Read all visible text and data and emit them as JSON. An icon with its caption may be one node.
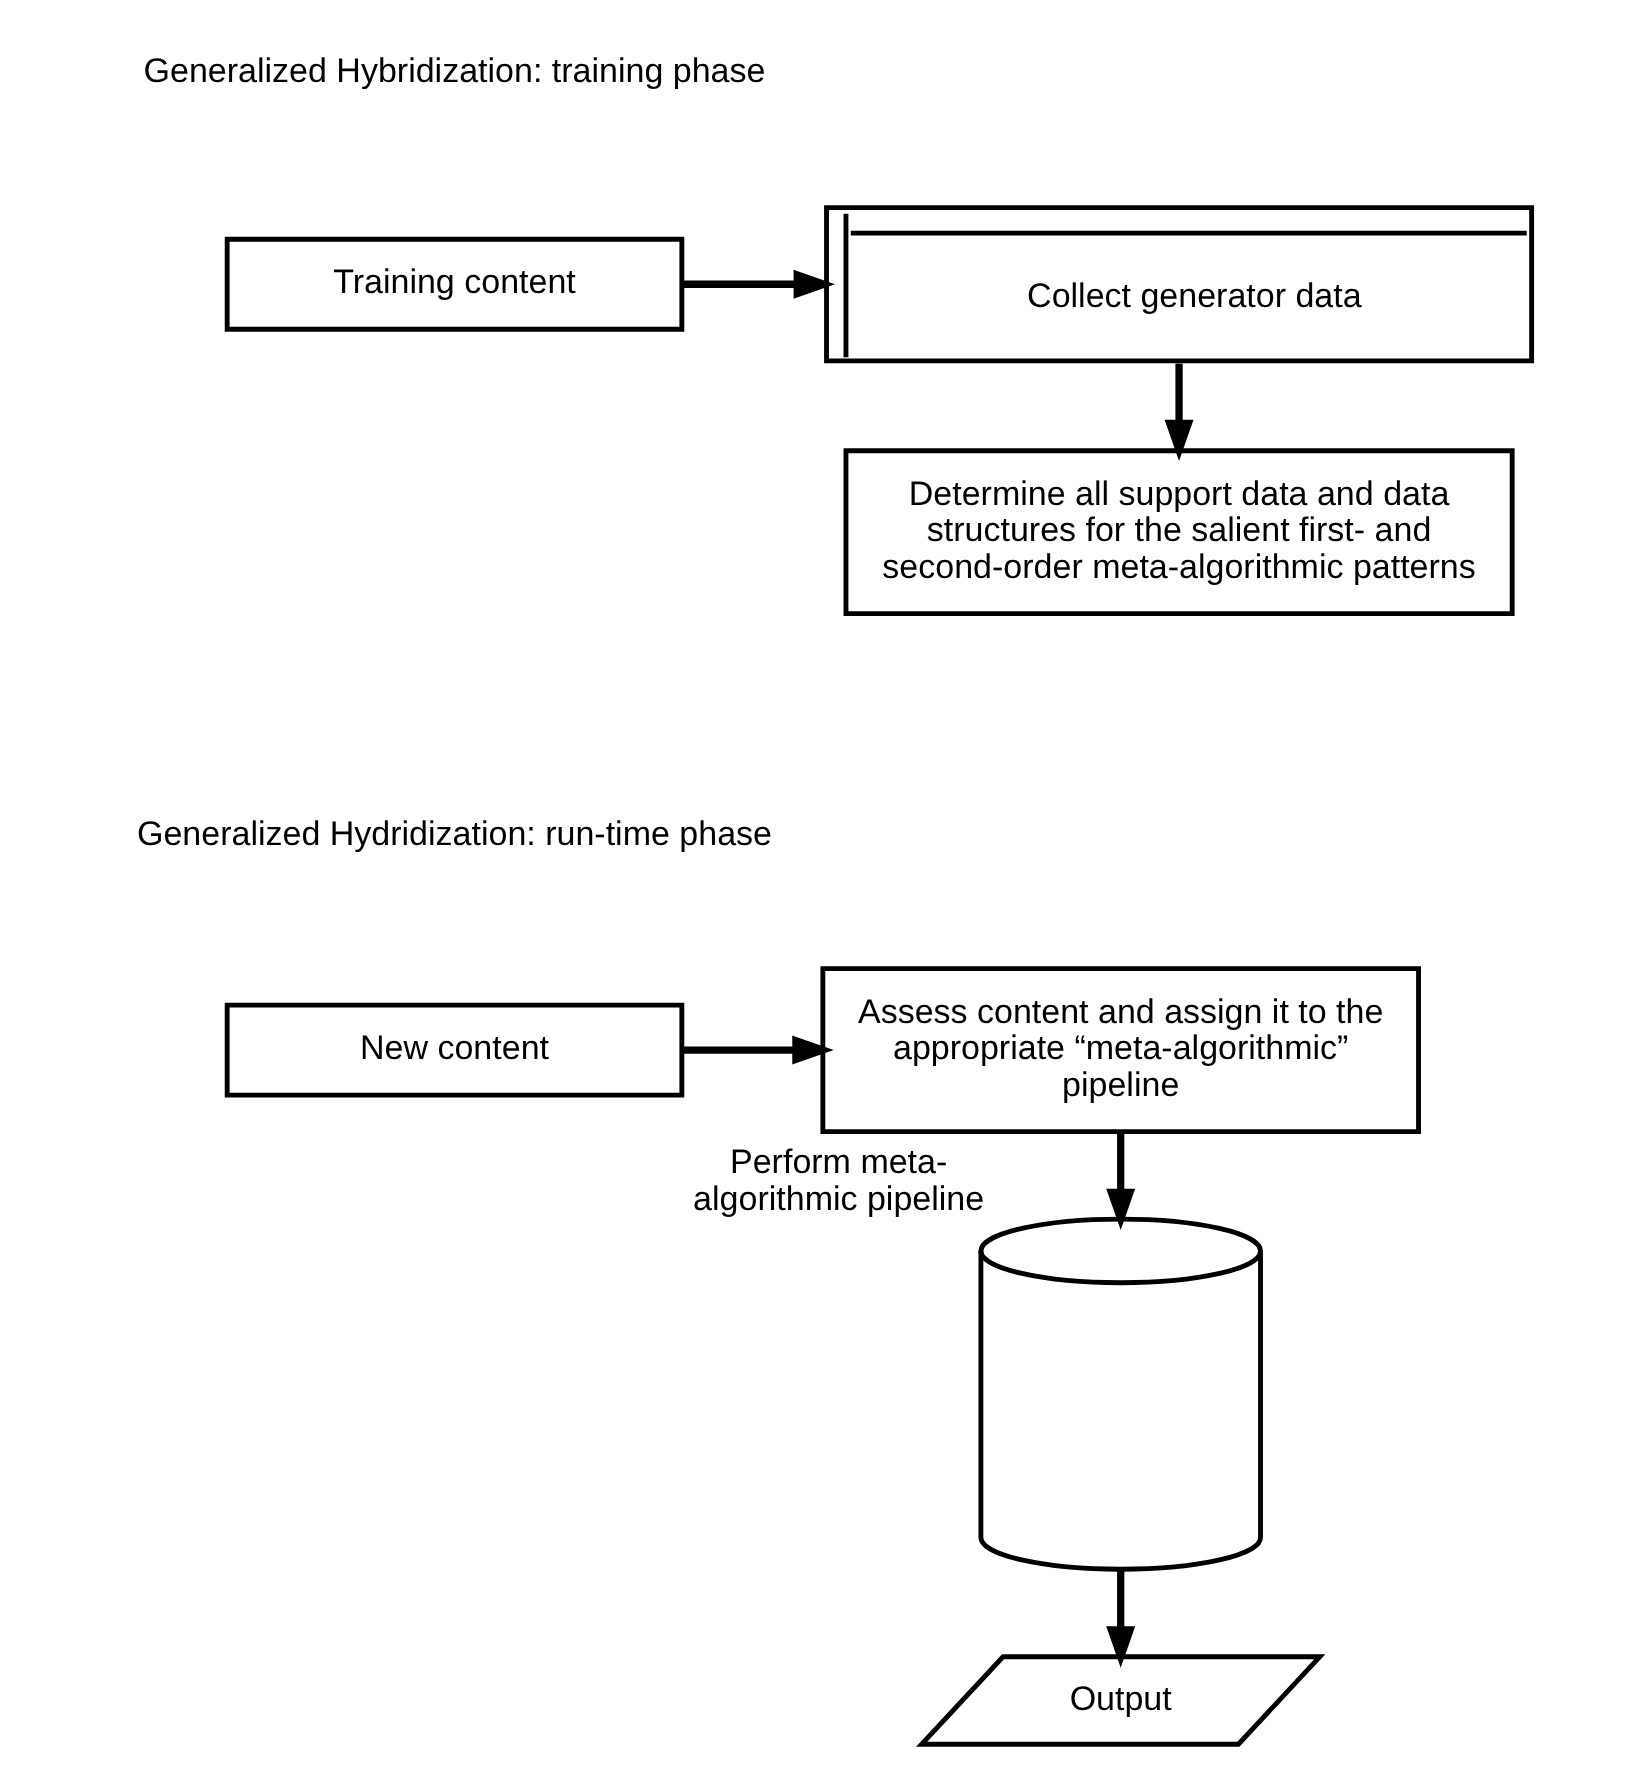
{
  "diagram": {
    "nodes": [
      {
        "text": [
          "Training content"
        ]
      },
      {
        "text": [
          "Collect generator data"
        ]
      },
      {
        "text": [
          "Determine all support data and data structures for the salient first- and second-order meta-algorithmic patterns"
        ]
      },
      {
        "text": [
          "New content"
        ]
      },
      {
        "text": [
          "Assess content and assign it to the appropriate “meta-algorithmic” pipeline"
        ]
      },
      {
        "text": [],
        "shape": "cylinder",
        "beside": [
          "Perform meta-algorithmic pipeline"
        ]
      },
      {
        "text": [
          "Output"
        ]
      }
    ],
    "edges": [
      {
        "from": 0,
        "to": 1,
        "arrow": "to"
      },
      {
        "from": 1,
        "to": 2,
        "arrow": "to"
      },
      {
        "from": 3,
        "to": 4,
        "arrow": "to"
      },
      {
        "from": 4,
        "to": 5,
        "arrow": "to"
      },
      {
        "from": 5,
        "to": 6,
        "arrow": "to"
      }
    ],
    "labels": [
      "Generalized Hybridization: training phase",
      "Generalized Hydridization: run-time phase"
    ]
  }
}
